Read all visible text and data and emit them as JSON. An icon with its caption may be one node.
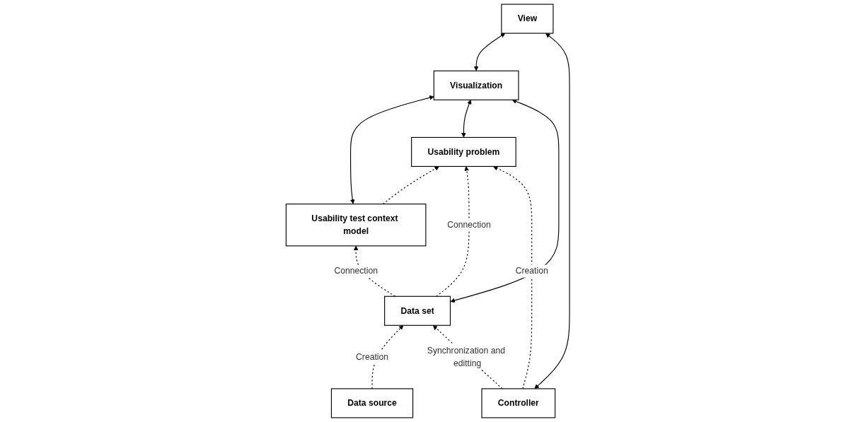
{
  "diagram": {
    "nodes": [
      {
        "text": [
          "Usability test context model"
        ]
      },
      {
        "text": [
          "Usability problem"
        ]
      },
      {
        "text": [
          "Data set"
        ]
      },
      {
        "text": [
          "Visualization"
        ]
      },
      {
        "text": [
          "View"
        ]
      },
      {
        "text": [
          "Data source"
        ]
      },
      {
        "text": [
          "Controller"
        ]
      }
    ],
    "edges": [
      {
        "from": 5,
        "to": 2,
        "arrow": "to",
        "style": "dashed",
        "label": "Creation"
      },
      {
        "from": 2,
        "to": 0,
        "arrow": "to",
        "style": "dashed",
        "label": "Connection"
      },
      {
        "from": 0,
        "to": 1,
        "arrow": "to",
        "style": "dashed"
      },
      {
        "from": 2,
        "to": 1,
        "arrow": "to",
        "style": "dashed",
        "label": "Connection"
      },
      {
        "from": 0,
        "to": 3,
        "arrow": "both"
      },
      {
        "from": 1,
        "to": 3,
        "arrow": "both"
      },
      {
        "from": 2,
        "to": 3,
        "arrow": "both"
      },
      {
        "from": 3,
        "to": 4,
        "arrow": "both"
      },
      {
        "from": 6,
        "to": 4,
        "arrow": "both"
      },
      {
        "from": 6,
        "to": 1,
        "arrow": "to",
        "style": "dashed",
        "label": "Creation"
      },
      {
        "from": 6,
        "to": 2,
        "arrow": "to",
        "style": "dashed",
        "label": "Synchronization and editting"
      }
    ]
  }
}
